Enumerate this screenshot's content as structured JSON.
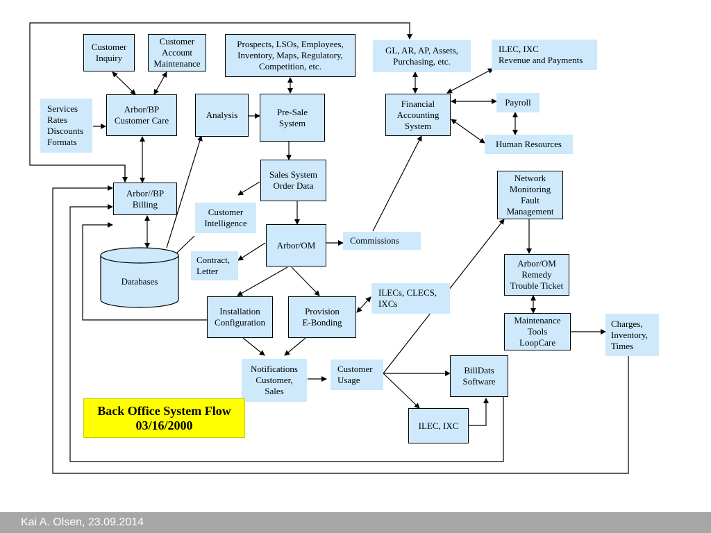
{
  "nodes": {
    "customer_inquiry": "Customer\nInquiry",
    "customer_account_maintenance": "Customer\nAccount\nMaintenance",
    "prospects": "Prospects, LSOs, Employees,\nInventory, Maps, Regulatory,\nCompetition, etc.",
    "gl_ar_ap": "GL, AR, AP, Assets,\nPurchasing, etc.",
    "ilec_ixc_revenue": "ILEC, IXC\nRevenue and Payments",
    "services_rates": "Services\nRates\nDiscounts\nFormats",
    "arbor_bp_customer_care": "Arbor/BP\nCustomer Care",
    "analysis": "Analysis",
    "pre_sale_system": "Pre-Sale\nSystem",
    "financial_accounting_system": "Financial\nAccounting\nSystem",
    "payroll": "Payroll",
    "human_resources": "Human Resources",
    "sales_system_order_data": "Sales System\nOrder Data",
    "arbor_bp_billing": "Arbor//BP\nBilling",
    "customer_intelligence": "Customer\nIntelligence",
    "network_monitoring": "Network\nMonitoring\nFault\nManagement",
    "arbor_om": "Arbor/OM",
    "commissions": "Commissions",
    "contract_letter": "Contract,\nLetter",
    "databases": "Databases",
    "arbor_om_remedy": "Arbor/OM\nRemedy\nTrouble Ticket",
    "ilecs_clecs_ixcs": "ILECs, CLECS,\nIXCs",
    "installation_configuration": "Installation\nConfiguration",
    "provision_ebonding": "Provision\nE-Bonding",
    "maintenance_tools": "Maintenance\nTools\nLoopCare",
    "charges_inventory_times": "Charges,\nInventory,\nTimes",
    "notifications": "Notifications\nCustomer,\nSales",
    "customer_usage": "Customer\nUsage",
    "billdats_software": "BillDats\nSoftware",
    "ilec_ixc": "ILEC, IXC"
  },
  "title": {
    "line1": "Back Office System Flow",
    "line2": "03/16/2000"
  },
  "footer": "Kai A. Olsen, 23.09.2014",
  "colors": {
    "box_fill": "#cde9fb",
    "title_fill": "#ffff00",
    "footer_bg": "#a6a6a6"
  }
}
